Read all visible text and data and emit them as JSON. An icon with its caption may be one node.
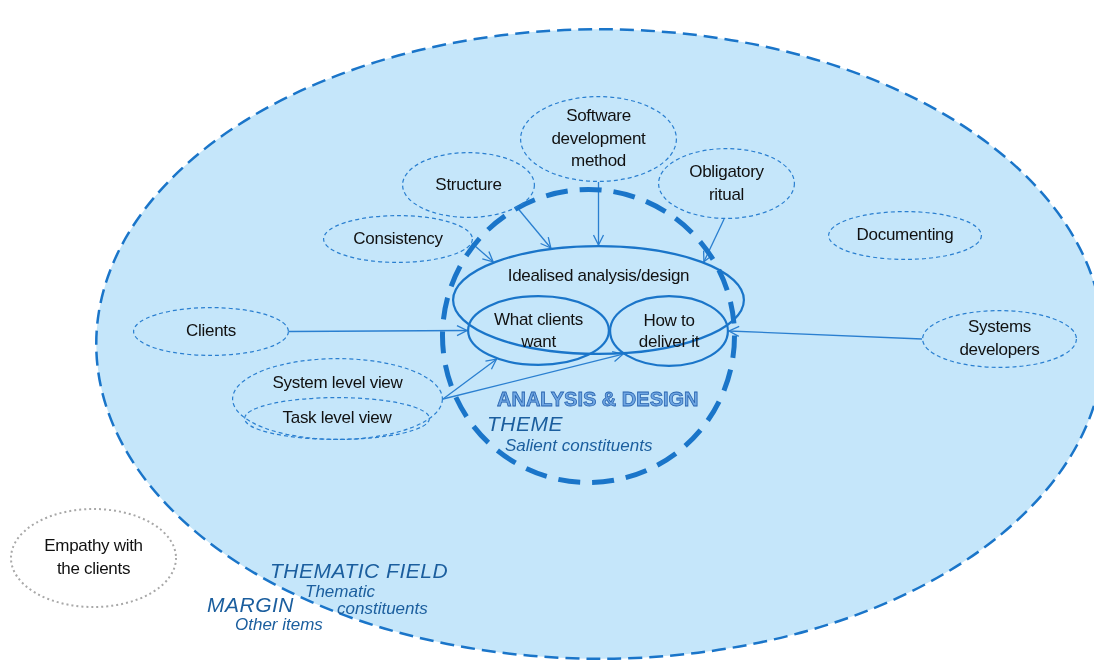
{
  "diagram": {
    "nodes": [
      {
        "text": [
          "THEMATIC FIELD",
          "Thematic constituents"
        ]
      },
      {
        "text": [
          "ANALYSIS & DESIGN",
          "THEME",
          "Salient constituents"
        ],
        "in": 0
      },
      {
        "text": [
          "Idealised analysis/design"
        ],
        "in": 1
      },
      {
        "text": [
          "What clients want"
        ],
        "in": 2
      },
      {
        "text": [
          "How to deliver it"
        ],
        "in": 2
      },
      {
        "text": [
          "Consistency"
        ],
        "in": 0
      },
      {
        "text": [
          "Structure"
        ],
        "in": 0
      },
      {
        "text": [
          "Software development method"
        ],
        "in": 0
      },
      {
        "text": [
          "Obligatory ritual"
        ],
        "in": 0
      },
      {
        "text": [
          "Documenting"
        ],
        "in": 0
      },
      {
        "text": [
          "Clients"
        ],
        "in": 0
      },
      {
        "text": [
          "Systems developers"
        ],
        "in": 0
      },
      {
        "text": [
          "System level view"
        ],
        "in": 0
      },
      {
        "text": [
          "Task level view"
        ],
        "in": 12
      },
      {
        "text": [
          "Empathy with the clients"
        ]
      }
    ],
    "edges": [
      {
        "from": 5,
        "to": 2,
        "arrow": "to"
      },
      {
        "from": 6,
        "to": 2,
        "arrow": "to"
      },
      {
        "from": 7,
        "to": 2,
        "arrow": "to"
      },
      {
        "from": 8,
        "to": 2,
        "arrow": "to"
      },
      {
        "from": 10,
        "to": 3,
        "arrow": "to"
      },
      {
        "from": 12,
        "to": 3,
        "arrow": "to"
      },
      {
        "from": 12,
        "to": 4,
        "arrow": "to"
      },
      {
        "from": 11,
        "to": 4,
        "arrow": "to"
      }
    ],
    "labels": [
      "MARGIN",
      "Other items"
    ]
  }
}
